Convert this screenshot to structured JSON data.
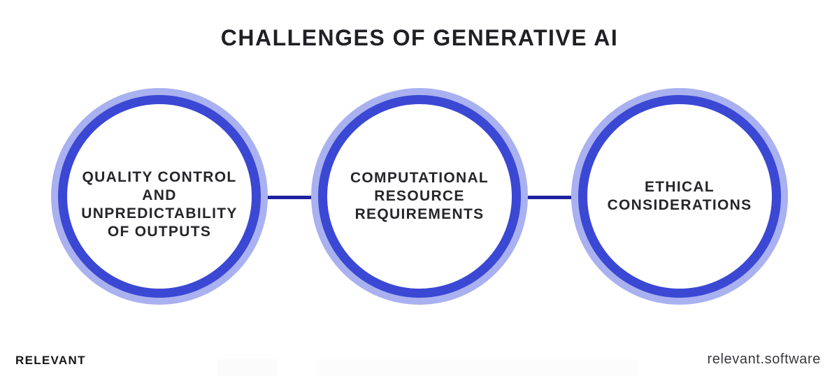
{
  "title": "CHALLENGES OF GENERATIVE AI",
  "diagram": {
    "nodes": [
      {
        "id": "quality-control",
        "label": "QUALITY CONTROL AND UNPREDICTABILITY OF OUTPUTS",
        "lines": [
          "QUALITY CONTROL",
          "AND",
          "UNPREDICTABILITY",
          "OF OUTPUTS"
        ]
      },
      {
        "id": "computational-resources",
        "label": "COMPUTATIONAL RESOURCE REQUIREMENTS",
        "lines": [
          "COMPUTATIONAL",
          "RESOURCE",
          "REQUIREMENTS"
        ]
      },
      {
        "id": "ethical-considerations",
        "label": "ETHICAL CONSIDERATIONS",
        "lines": [
          "ETHICAL",
          "CONSIDERATIONS"
        ]
      }
    ],
    "connector_count": 2
  },
  "footer": {
    "brand": "RELEVANT",
    "website": "relevant.software"
  },
  "colors": {
    "ring_dark": "#3A48D4",
    "ring_light": "#A9B1F0",
    "connector": "#1D219E",
    "title_text": "#202024",
    "node_text": "#26262A",
    "background": "#FFFFFF"
  }
}
